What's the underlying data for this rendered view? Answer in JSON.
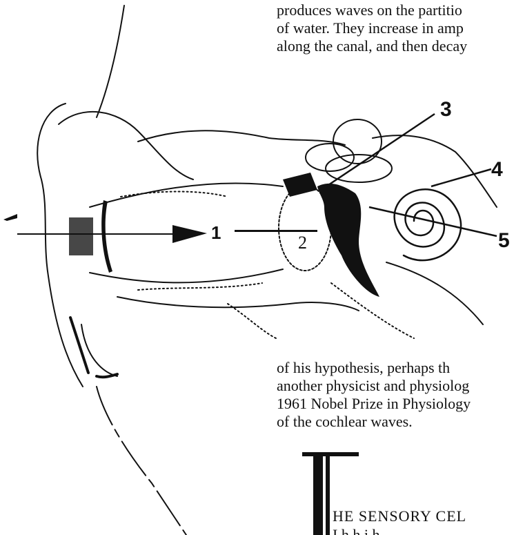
{
  "top_paragraph": [
    "produces waves on the partitio",
    "of water. They increase in amp",
    "along the canal, and then decay"
  ],
  "mid_paragraph": [
    "of his hypothesis, perhaps th",
    "another physicist and physiolog",
    "1961 Nobel Prize in Physiology",
    "of the cochlear waves."
  ],
  "dropcap_letter": "T",
  "section_heading": "HE SENSORY CEL",
  "cut_line": "I   h             h     i   h",
  "figure": {
    "labels": [
      "1",
      "2",
      "3",
      "4",
      "5"
    ],
    "colors": {
      "ink": "#111111",
      "paper": "#ffffff"
    }
  }
}
